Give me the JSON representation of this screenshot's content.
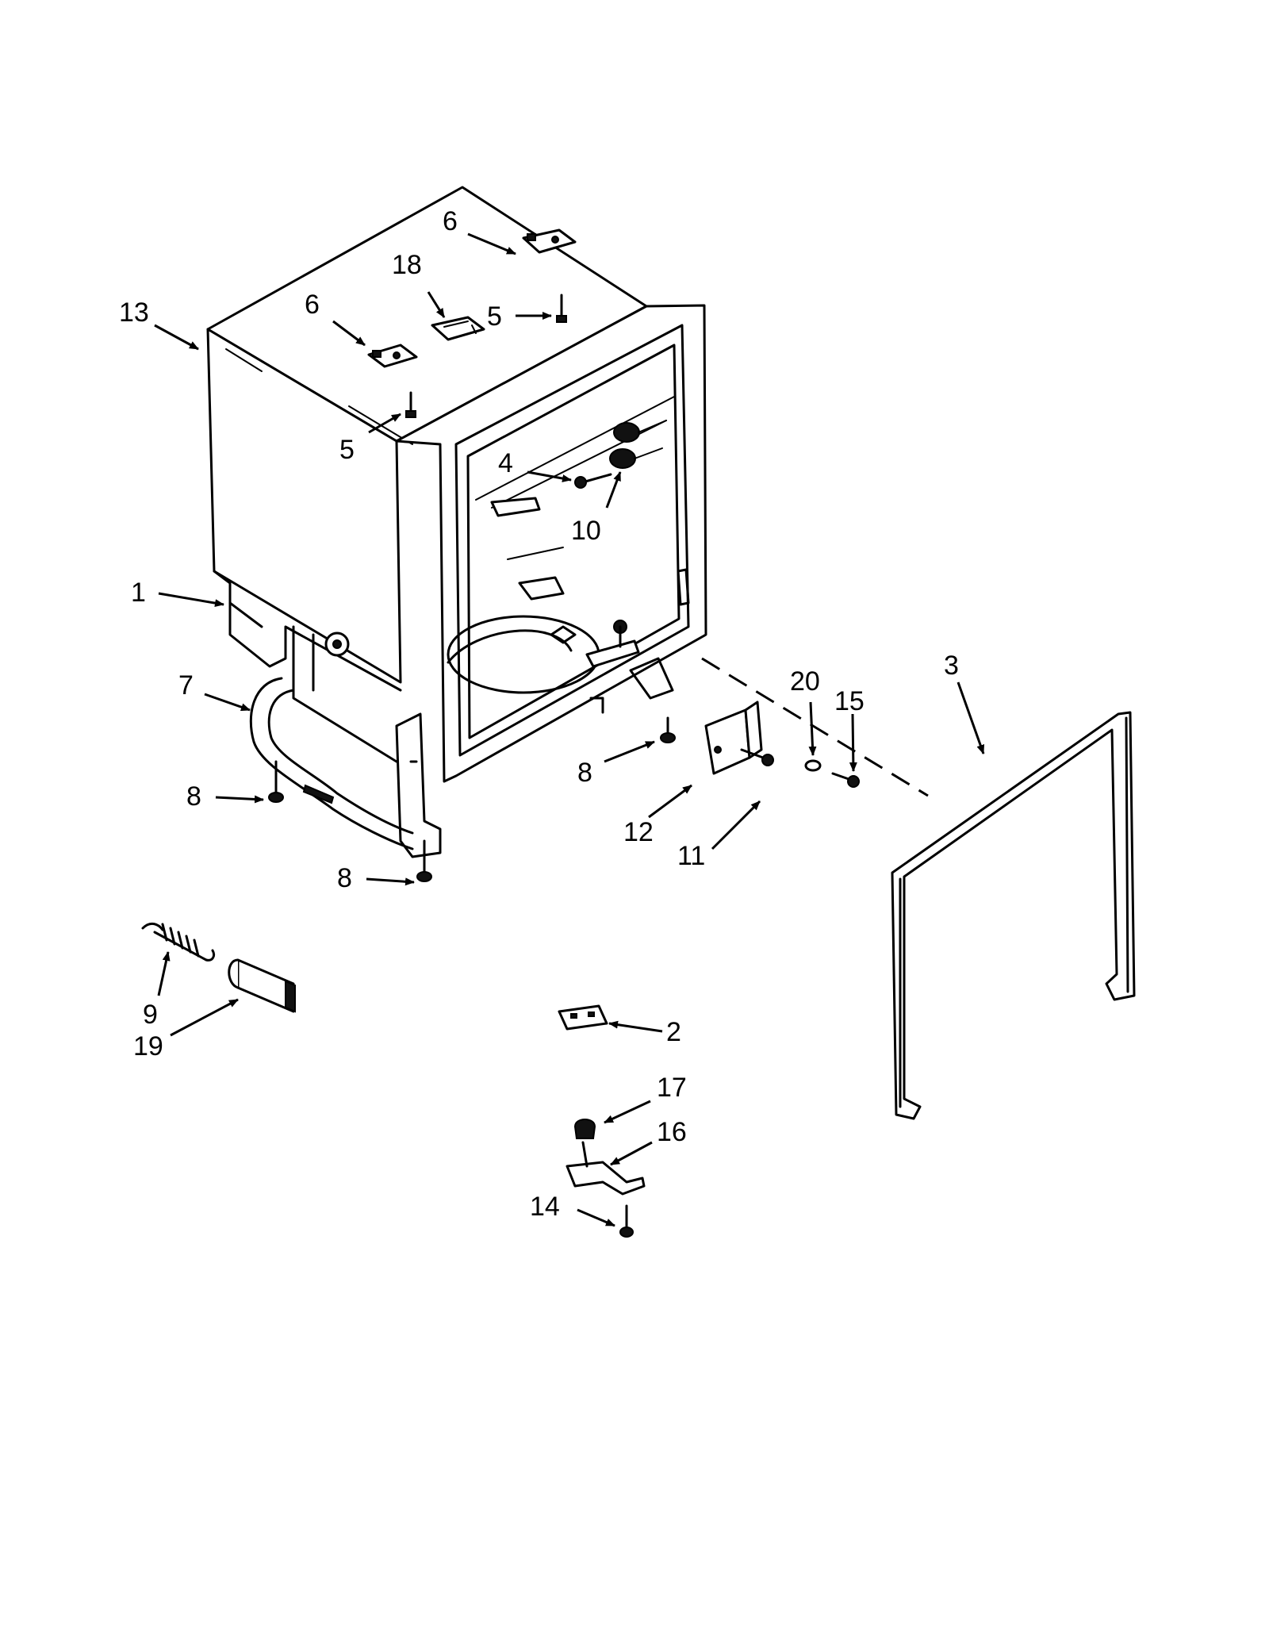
{
  "callouts": [
    {
      "id": "c13",
      "label": "13"
    },
    {
      "id": "c6a",
      "label": "6"
    },
    {
      "id": "c18",
      "label": "18"
    },
    {
      "id": "c6b",
      "label": "6"
    },
    {
      "id": "c5a",
      "label": "5"
    },
    {
      "id": "c5b",
      "label": "5"
    },
    {
      "id": "c4",
      "label": "4"
    },
    {
      "id": "c10",
      "label": "10"
    },
    {
      "id": "c1",
      "label": "1"
    },
    {
      "id": "c7",
      "label": "7"
    },
    {
      "id": "c8a",
      "label": "8"
    },
    {
      "id": "c8b",
      "label": "8"
    },
    {
      "id": "c8c",
      "label": "8"
    },
    {
      "id": "c20",
      "label": "20"
    },
    {
      "id": "c15",
      "label": "15"
    },
    {
      "id": "c3",
      "label": "3"
    },
    {
      "id": "c12",
      "label": "12"
    },
    {
      "id": "c11",
      "label": "11"
    },
    {
      "id": "c9",
      "label": "9"
    },
    {
      "id": "c19",
      "label": "19"
    },
    {
      "id": "c2",
      "label": "2"
    },
    {
      "id": "c17",
      "label": "17"
    },
    {
      "id": "c16",
      "label": "16"
    },
    {
      "id": "c14",
      "label": "14"
    }
  ]
}
